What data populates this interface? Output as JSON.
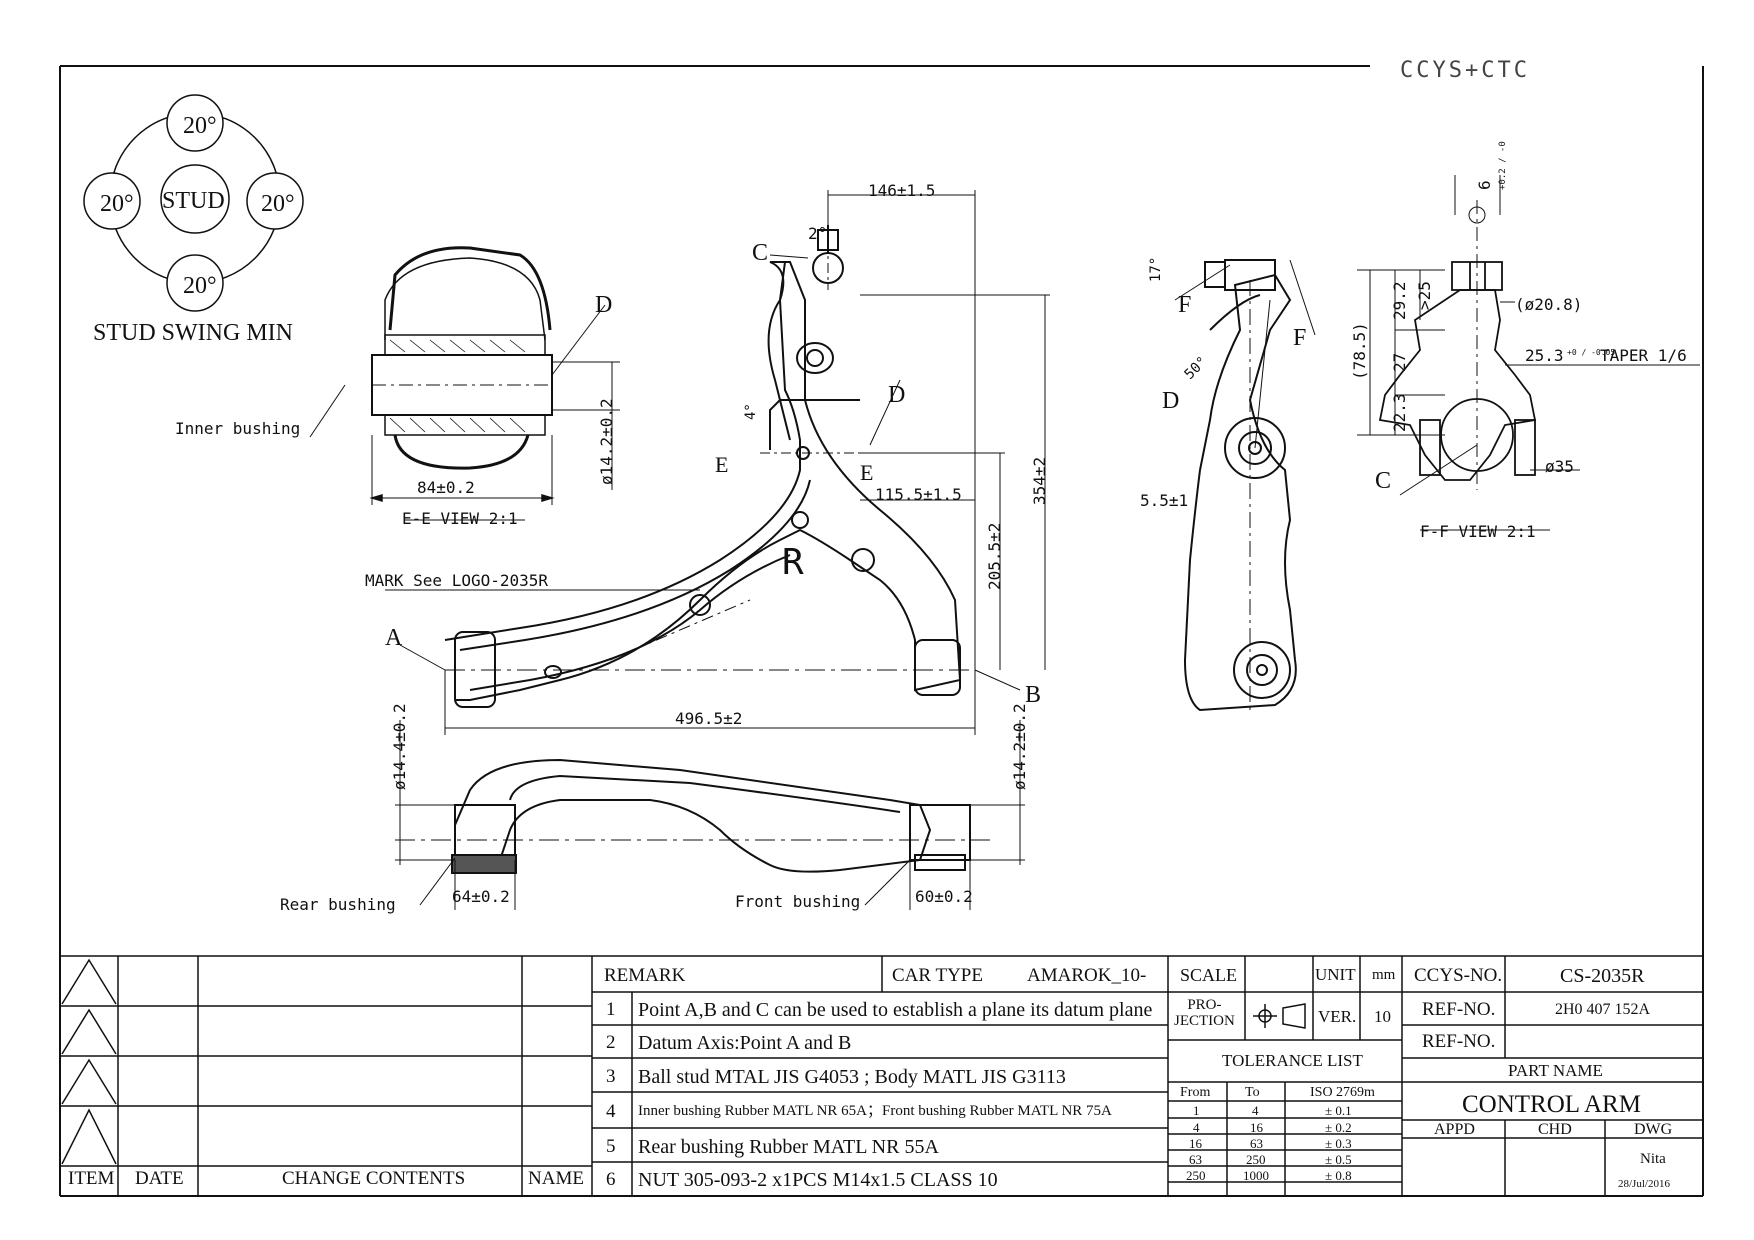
{
  "logo": {
    "text": "CCYS+CTC"
  },
  "stud_swing": {
    "angles": [
      "20°",
      "20°",
      "20°",
      "20°"
    ],
    "center": "STUD",
    "title": "STUD SWING MIN"
  },
  "ee_view": {
    "title": "E-E VIEW 2:1",
    "width_dim": "84±0.2",
    "dia_dim": "ø14.2±0.2",
    "inner_bushing": "Inner bushing",
    "label_d": "D"
  },
  "main_view": {
    "dim_top": "146±1.5",
    "angle_top": "2°",
    "label_c": "C",
    "label_d": "D",
    "label_e1": "E",
    "label_e2": "E",
    "angle_e": "4°",
    "dim_1155": "115.5±1.5",
    "dim_2055": "205.5±2",
    "dim_354": "354±2",
    "mark_note": "MARK See LOGO-2035R",
    "letter_r": "R",
    "label_a": "A",
    "label_b": "B",
    "dim_4965": "496.5±2"
  },
  "bottom_view": {
    "dia_left": "ø14.4±0.2",
    "dia_right": "ø14.2±0.2",
    "rear_bushing": "Rear bushing",
    "front_bushing": "Front bushing",
    "dim_64": "64±0.2",
    "dim_60": "60±0.2"
  },
  "side_view": {
    "angle_17": "17°",
    "angle_50": "50°",
    "label_f1": "F",
    "label_f2": "F",
    "label_d": "D",
    "dim_55": "5.5±1"
  },
  "ff_view": {
    "title": "F-F VIEW 2:1",
    "dim_6": "6",
    "dim_6_tol": "+0.2 / -0",
    "dim_25": ">25",
    "dim_292": "29.2",
    "dim_785": "(78.5)",
    "dim_27": "27",
    "dim_223": "22.3",
    "dim_208": "(ø20.8)",
    "dim_253": "25.3",
    "dim_253_tol": "+0 / -0.05",
    "taper": "TAPER 1/6",
    "dim_35": "ø35",
    "label_c": "C"
  },
  "revision": {
    "headers": [
      "ITEM",
      "DATE",
      "CHANGE CONTENTS",
      "NAME"
    ]
  },
  "remarks": {
    "header": "REMARK",
    "car_type_label": "CAR TYPE",
    "car_type_value": "AMAROK_10-",
    "items": [
      {
        "no": "1",
        "text": "Point A,B and C can be used to establish a plane its datum plane"
      },
      {
        "no": "2",
        "text": "Datum Axis:Point A and B"
      },
      {
        "no": "3",
        "text": "Ball stud MTAL JIS G4053 ; Body MATL JIS G3113"
      },
      {
        "no": "4",
        "text": "Inner bushing Rubber MATL NR 65A；Front bushing Rubber MATL NR 75A"
      },
      {
        "no": "5",
        "text": "Rear bushing Rubber MATL NR 55A"
      },
      {
        "no": "6",
        "text": "NUT 305-093-2 x1PCS M14x1.5 CLASS 10"
      }
    ]
  },
  "spec": {
    "scale_label": "SCALE",
    "unit_label": "UNIT",
    "unit_value": "mm",
    "projection_label": "PRO-\nJECTION",
    "ver_label": "VER.",
    "ver_value": "10",
    "tolerance_title": "TOLERANCE LIST",
    "tol_headers": [
      "From",
      "To",
      "ISO 2769m"
    ],
    "tol_rows": [
      [
        "1",
        "4",
        "± 0.1"
      ],
      [
        "4",
        "16",
        "± 0.2"
      ],
      [
        "16",
        "63",
        "± 0.3"
      ],
      [
        "63",
        "250",
        "± 0.5"
      ],
      [
        "250",
        "1000",
        "± 0.8"
      ]
    ]
  },
  "part": {
    "ccys_label": "CCYS-NO.",
    "ccys_value": "CS-2035R",
    "ref1_label": "REF-NO.",
    "ref1_value": "2H0 407 152A",
    "ref2_label": "REF-NO.",
    "ref2_value": "",
    "part_name_label": "PART NAME",
    "part_name": "CONTROL ARM",
    "appd": "APPD",
    "chd": "CHD",
    "dwg": "DWG",
    "drawer": "Nita",
    "date": "28/Jul/2016"
  }
}
